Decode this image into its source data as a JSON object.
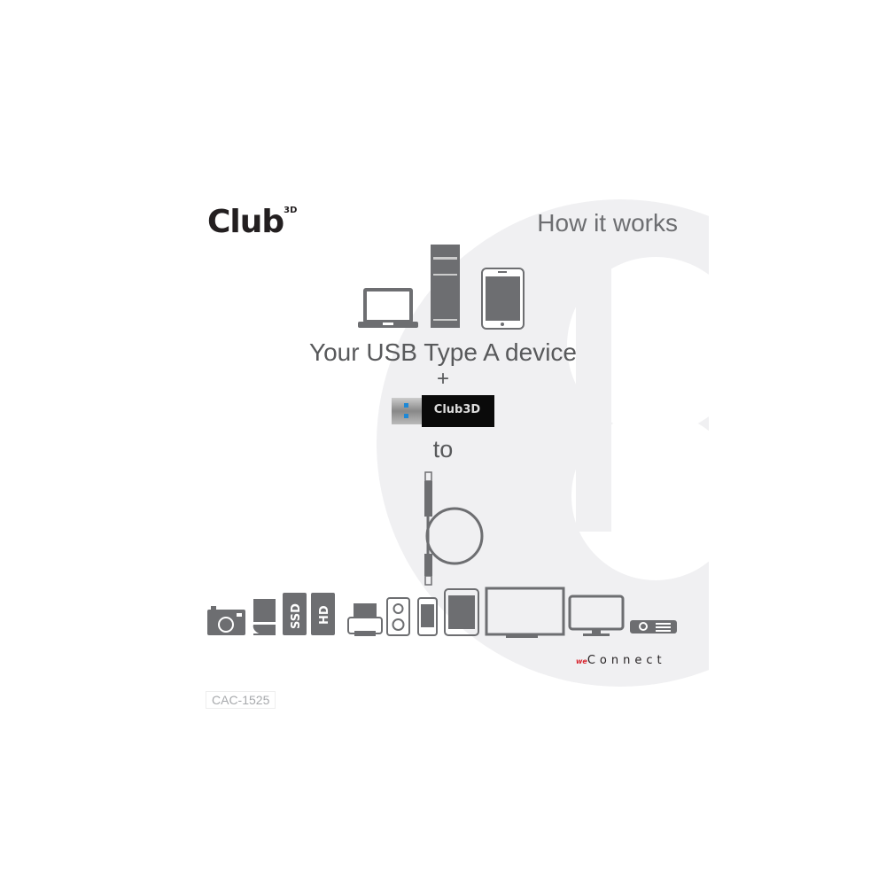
{
  "brand": {
    "logo_text": "Club",
    "logo_superscript": "3D",
    "footer_prefix": "we",
    "footer_text": "Connect"
  },
  "header": {
    "title": "How it works"
  },
  "main": {
    "headline": "Your USB Type A device",
    "plus": "+",
    "adapter_logo": "Club3D",
    "to": "to",
    "source_devices": [
      "laptop",
      "desktop-tower",
      "tablet"
    ],
    "target_devices": [
      "camera",
      "optical-drive",
      "SSD",
      "HD",
      "printer",
      "speaker",
      "smartphone",
      "tablet",
      "tv",
      "monitor",
      "projector"
    ],
    "ssd_label": "SSD",
    "hd_label": "HD"
  },
  "footer": {
    "model": "CAC-1525"
  },
  "colors": {
    "icon_gray": "#6d6e71",
    "background_shape": "#f0f0f2",
    "accent_red": "#d7242e",
    "usb_blue": "#1e88d6"
  }
}
